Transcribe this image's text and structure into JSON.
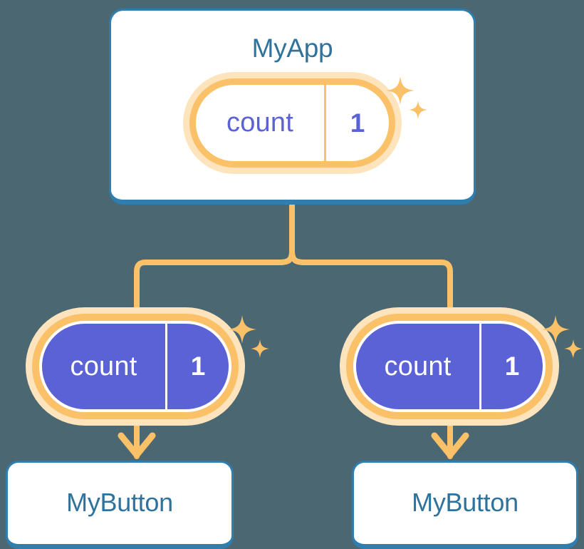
{
  "diagram": {
    "type": "component-state-propagation-tree",
    "background_color": "#4b6771",
    "accent_orange": "#fac169",
    "accent_orange_pale": "#fde4bc",
    "accent_indigo": "#5b62d6",
    "accent_blue": "#2e7eb0",
    "title_blue": "#2f739c"
  },
  "root": {
    "card_label": "MyApp",
    "state": {
      "key": "count",
      "value": "1",
      "style": "outline"
    },
    "sparkle_name": "sparkle-icon"
  },
  "branches": [
    {
      "side": "left",
      "state": {
        "key": "count",
        "value": "1",
        "style": "filled"
      },
      "sparkle_name": "sparkle-icon",
      "card_label": "MyButton"
    },
    {
      "side": "right",
      "state": {
        "key": "count",
        "value": "1",
        "style": "filled"
      },
      "sparkle_name": "sparkle-icon",
      "card_label": "MyButton"
    }
  ],
  "connectors": {
    "stem_name": "connector-stem",
    "left_branch_name": "connector-branch-left",
    "right_branch_name": "connector-branch-right",
    "left_arrow_name": "arrow-down-left",
    "right_arrow_name": "arrow-down-right",
    "color": "#fac169"
  }
}
